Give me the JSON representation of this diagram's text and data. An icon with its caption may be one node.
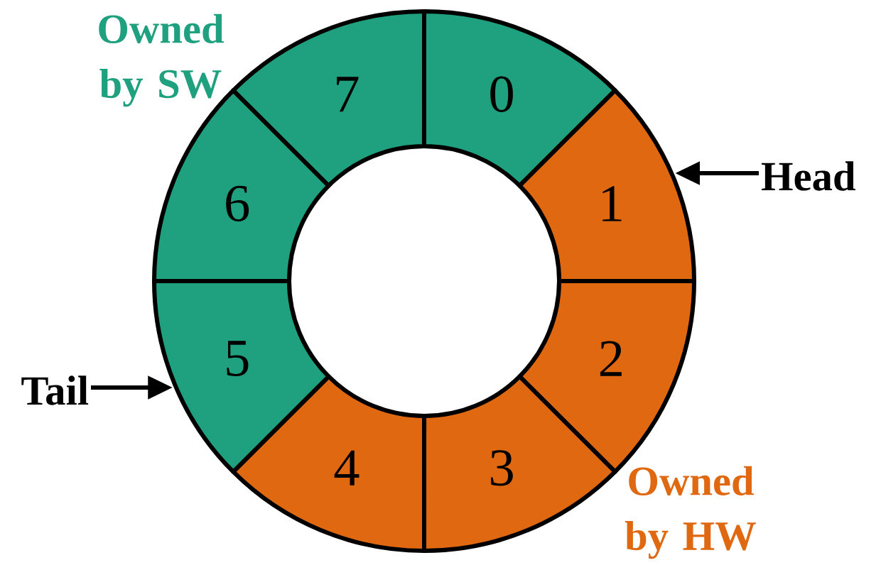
{
  "diagram": {
    "nodes": [
      {
        "text": [
          "0"
        ]
      },
      {
        "text": [
          "1"
        ]
      },
      {
        "text": [
          "2"
        ]
      },
      {
        "text": [
          "3"
        ]
      },
      {
        "text": [
          "4"
        ]
      },
      {
        "text": [
          "5"
        ]
      },
      {
        "text": [
          "6"
        ]
      },
      {
        "text": [
          "7"
        ]
      },
      {
        "text": [
          "Head"
        ]
      },
      {
        "text": [
          "Tail"
        ]
      }
    ],
    "edges": [
      {
        "from": 8,
        "to": 1,
        "arrow": "to"
      },
      {
        "from": 9,
        "to": 5,
        "arrow": "to"
      }
    ],
    "labels": [
      "Owned by SW",
      "Owned by HW"
    ]
  }
}
